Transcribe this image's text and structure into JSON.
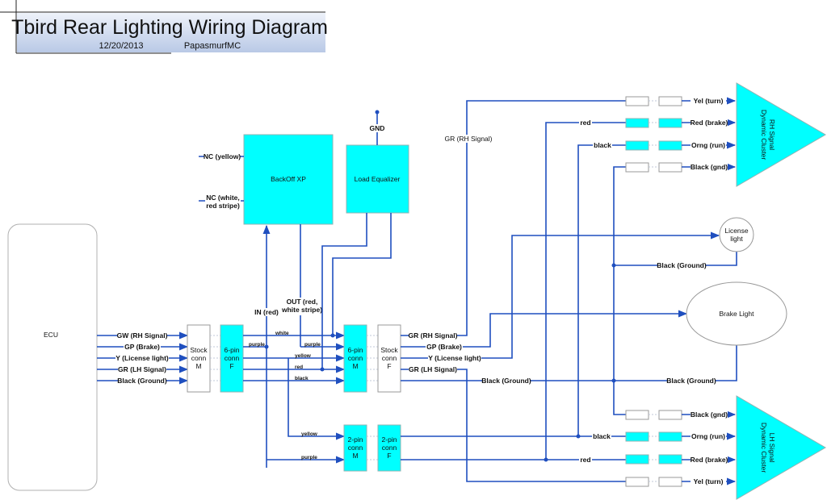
{
  "header": {
    "title": "Tbird Rear Lighting Wiring Diagram",
    "date": "12/20/2013",
    "author": "PapasmurfMC"
  },
  "colors": {
    "wire": "#1f4fbf",
    "component_fill": "#00ffff",
    "title_gradient_top": "#eef2fa",
    "title_gradient_bottom": "#b9c9e6"
  },
  "components": {
    "ecu": "ECU",
    "backoff": "BackOff XP",
    "load_eq": "Load Equalizer",
    "gnd": "GND",
    "stock_conn_m": [
      "Stock",
      "conn",
      "M"
    ],
    "six_pin_f": [
      "6-pin",
      "conn",
      "F"
    ],
    "six_pin_m": [
      "6-pin",
      "conn",
      "M"
    ],
    "stock_conn_f": [
      "Stock",
      "conn",
      "F"
    ],
    "two_pin_m": [
      "2-pin",
      "conn",
      "M"
    ],
    "two_pin_f": [
      "2-pin",
      "conn",
      "F"
    ],
    "license_light": [
      "License",
      "light"
    ],
    "brake_light": "Brake Light",
    "rh_cluster": [
      "RH Signal",
      "Dynamic Cluster"
    ],
    "lh_cluster": [
      "LH Signal",
      "Dynamic Cluster"
    ]
  },
  "labels": {
    "nc_yellow": "NC (yellow)",
    "nc_white": [
      "NC (white,",
      "red stripe)"
    ],
    "in_red": "IN (red)",
    "out_red": [
      "OUT (red,",
      "white stripe)"
    ],
    "gr_rh_signal_vertical": "GR (RH Signal)",
    "ecu_wires": [
      "GW (RH Signal)",
      "GP (Brake)",
      "Y (License light)",
      "GR (LH Signal)",
      "Black (Ground)"
    ],
    "mid_wires": [
      "white",
      "purple",
      "yellow",
      "red",
      "black"
    ],
    "purple_left": "purple",
    "two_pin_wires": [
      "yellow",
      "purple"
    ],
    "stock_f_wires": [
      "GR (RH Signal)",
      "GP (Brake)",
      "Y (License light)",
      "GR (LH Signal)"
    ],
    "black_ground_1": "Black (Ground)",
    "black_ground_2": "Black (Ground)",
    "black_ground_license": "Black (Ground)",
    "rh_red": "red",
    "rh_black": "black",
    "lh_black": "black",
    "lh_red": "red",
    "rh_pins": [
      "Yel (turn)",
      "Red (brake)",
      "Orng (run)",
      "Black (gnd)"
    ],
    "lh_pins": [
      "Black (gnd)",
      "Orng (run)",
      "Red (brake)",
      "Yel (turn)"
    ]
  }
}
